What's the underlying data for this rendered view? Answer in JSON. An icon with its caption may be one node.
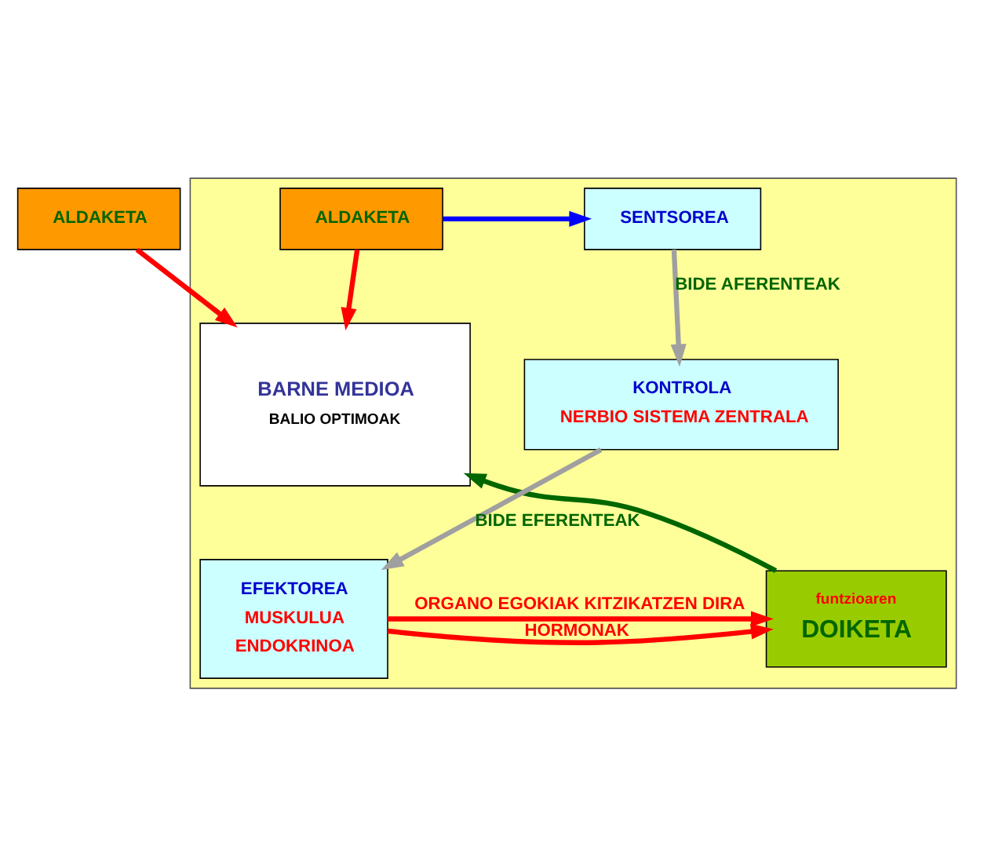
{
  "diagram": {
    "nodes": [
      {
        "text": [
          "ALDAKETA"
        ]
      },
      {
        "text": [],
        "shape": "box"
      },
      {
        "text": [
          "ALDAKETA"
        ],
        "in": 1
      },
      {
        "text": [
          "SENTSOREA"
        ],
        "in": 1
      },
      {
        "text": [
          "BARNE MEDIOA",
          "BALIO OPTIMOAK"
        ],
        "in": 1
      },
      {
        "text": [
          "KONTROLA",
          "NERBIO SISTEMA ZENTRALA"
        ],
        "in": 1
      },
      {
        "text": [
          "EFEKTOREA",
          "MUSKULUA",
          "ENDOKRINOA"
        ],
        "in": 1
      },
      {
        "text": [
          "funtzioaren",
          "DOIKETA"
        ],
        "in": 1
      }
    ],
    "edges": [
      {
        "from": 0,
        "to": 4,
        "arrow": "to"
      },
      {
        "from": 2,
        "to": 4,
        "arrow": "to"
      },
      {
        "from": 2,
        "to": 3,
        "arrow": "to",
        "color": "#0000ff"
      },
      {
        "from": 3,
        "to": 5,
        "arrow": "to",
        "label": "BIDE AFERENTEAK",
        "color": "#a0a0a0"
      },
      {
        "from": 5,
        "to": 6,
        "arrow": "to",
        "label": "BIDE EFERENTEAK",
        "color": "#a0a0a0"
      },
      {
        "from": 6,
        "to": 7,
        "arrow": "to",
        "label": "ORGANO EGOKIAK KITZIKATZEN DIRA"
      },
      {
        "from": 6,
        "to": 7,
        "arrow": "to",
        "label": "HORMONAK"
      },
      {
        "from": 7,
        "to": 4,
        "arrow": "to",
        "color": "#006600"
      }
    ]
  }
}
